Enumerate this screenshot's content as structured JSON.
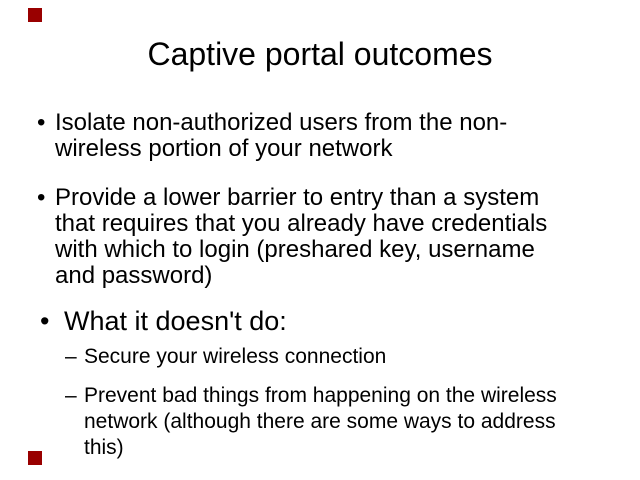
{
  "slide": {
    "title": "Captive portal outcomes",
    "background_color": "#ffffff",
    "text_color": "#000000",
    "marker_color": "#990000",
    "bullets": [
      {
        "level": 1,
        "marker": "•",
        "text": "Isolate non-authorized users from the non-\nwireless portion of your network"
      },
      {
        "level": 1,
        "marker": "•",
        "text": "Provide a lower barrier to entry than a system\nthat requires that you already have credentials\nwith which to login (preshared key, username\nand password)"
      },
      {
        "level": 1,
        "marker": "•",
        "text": "What it doesn't do:"
      },
      {
        "level": 2,
        "marker": "–",
        "text": "Secure your wireless connection"
      },
      {
        "level": 2,
        "marker": "–",
        "text": "Prevent bad things from happening on the wireless\nnetwork (although there are some ways to address\nthis)"
      }
    ]
  }
}
